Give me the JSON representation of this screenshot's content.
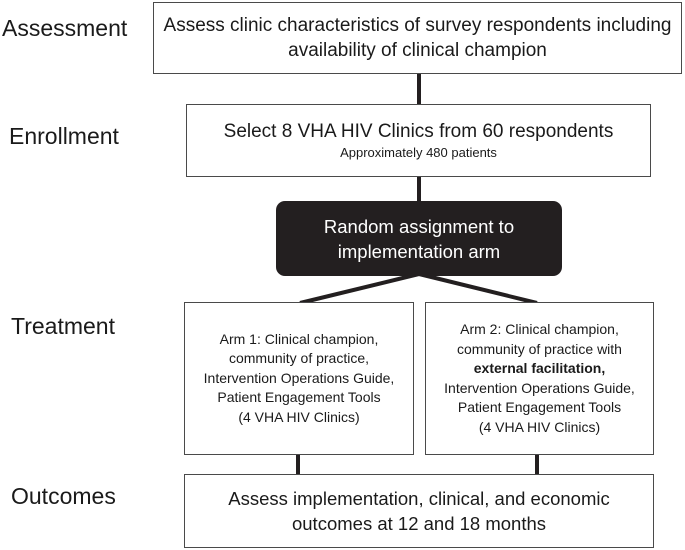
{
  "stages": {
    "assessment": "Assessment",
    "enrollment": "Enrollment",
    "treatment": "Treatment",
    "outcomes": "Outcomes"
  },
  "boxes": {
    "assessment": {
      "line1": "Assess clinic characteristics of survey respondents including",
      "line2": "availability of clinical champion"
    },
    "enrollment": {
      "line1": "Select 8 VHA HIV Clinics from 60 respondents",
      "line2": "Approximately 480 patients"
    },
    "random": {
      "line1": "Random assignment to",
      "line2": "implementation arm"
    },
    "arm1": {
      "line1": "Arm 1: Clinical champion,",
      "line2": "community of practice,",
      "line3": "Intervention Operations Guide,",
      "line4": "Patient Engagement Tools",
      "line5": "(4 VHA HIV Clinics)"
    },
    "arm2": {
      "line1": "Arm 2: Clinical champion,",
      "line2": "community of practice with",
      "line3_bold": "external facilitation,",
      "line4": "Intervention Operations Guide,",
      "line5": "Patient Engagement Tools",
      "line6": "(4 VHA HIV Clinics)"
    },
    "outcomes": {
      "line1": "Assess implementation, clinical, and economic",
      "line2": "outcomes at 12 and 18 months"
    }
  }
}
